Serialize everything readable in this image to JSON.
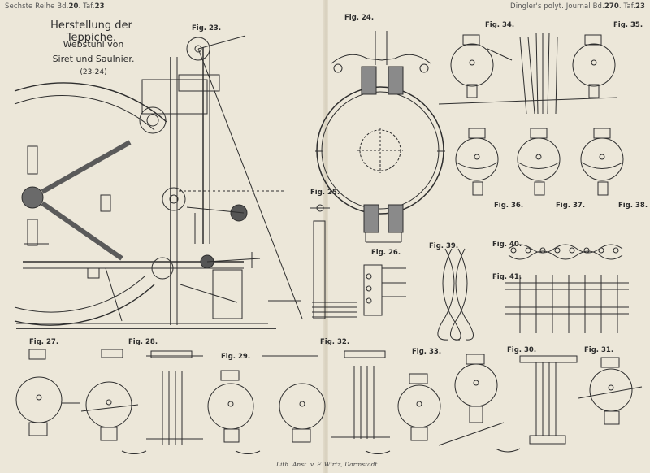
{
  "header": {
    "series_prefix": "Sechste Reihe Bd.",
    "series_vol": "20",
    "series_sep": ". Taf.",
    "series_plate": "23",
    "journal_prefix": "Dingler's polyt. Journal Bd.",
    "journal_vol": "270",
    "journal_sep": ". Taf.",
    "journal_plate": "23"
  },
  "title": {
    "line1": "Herstellung der Teppiche.",
    "line2": "Webstuhl von",
    "line3": "Siret und Saulnier.",
    "line4": "(23-24)"
  },
  "figures": {
    "f23": "Fig. 23.",
    "f24": "Fig. 24.",
    "f25": "Fig. 25.",
    "f26": "Fig. 26.",
    "f27": "Fig. 27.",
    "f28": "Fig. 28.",
    "f29": "Fig. 29.",
    "f30": "Fig. 30.",
    "f31": "Fig. 31.",
    "f32": "Fig. 32.",
    "f33": "Fig. 33.",
    "f34": "Fig. 34.",
    "f35": "Fig. 35.",
    "f36": "Fig. 36.",
    "f37": "Fig. 37.",
    "f38": "Fig. 38.",
    "f39": "Fig. 39.",
    "f40": "Fig. 40.",
    "f41": "Fig. 41."
  },
  "footer": "Lith. Anst. v. F. Wirtz, Darmstadt.",
  "colors": {
    "paper": "#ece7d9",
    "ink": "#2b2b2b"
  }
}
